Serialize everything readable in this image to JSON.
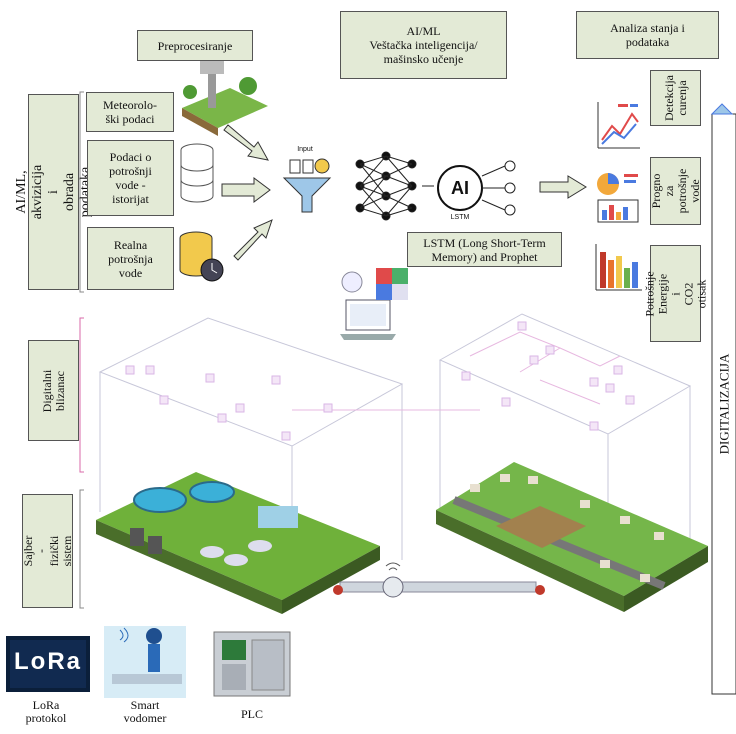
{
  "labels": {
    "preprocesiranje": "Preprocesiranje",
    "aiml_title": "AI/ML\nVeštačka inteligencija/\nmašinsko učenje",
    "analiza": "Analiza stanja i\npodataka",
    "akvizicija": "AI/ML, akvizicija i\nobrada podataka",
    "meteoroloski": "Meteorolo-\nški podaci",
    "potrosnja_istorijat": "Podaci o\npotrošnji\nvode -\nistorijat",
    "realna_potrosnja": "Realna\npotrošnja\nvode",
    "lstm": "LSTM (Long Short-Term\nMemory) and Prophet",
    "detekcija": "Detekcija\ncurenja",
    "prognoza": "Progno za\npotrošnje\nvode",
    "potrosnja_energije": "Potrošnje\nEnergije i\nCO2 otisak",
    "digitalni_blizanac": "Digitalni\nblizanac",
    "sajber": "Sajber - fizički\nsistem",
    "digitalizacija": "DIGITALIZACIJA",
    "lora": "LoRa\nprotokol",
    "smart": "Smart\nvodomer",
    "plc": "PLC",
    "lora_logo": "LoRa",
    "ai_chip": "AI",
    "lstm_small": "LSTM",
    "input_small": "Input"
  },
  "colors": {
    "box_fill": "#e3ead6",
    "pink_bracket": "#d86aa8",
    "grey_bracket": "#888888",
    "green_platform": "#5a9a2a",
    "water": "#3bb0d8"
  }
}
